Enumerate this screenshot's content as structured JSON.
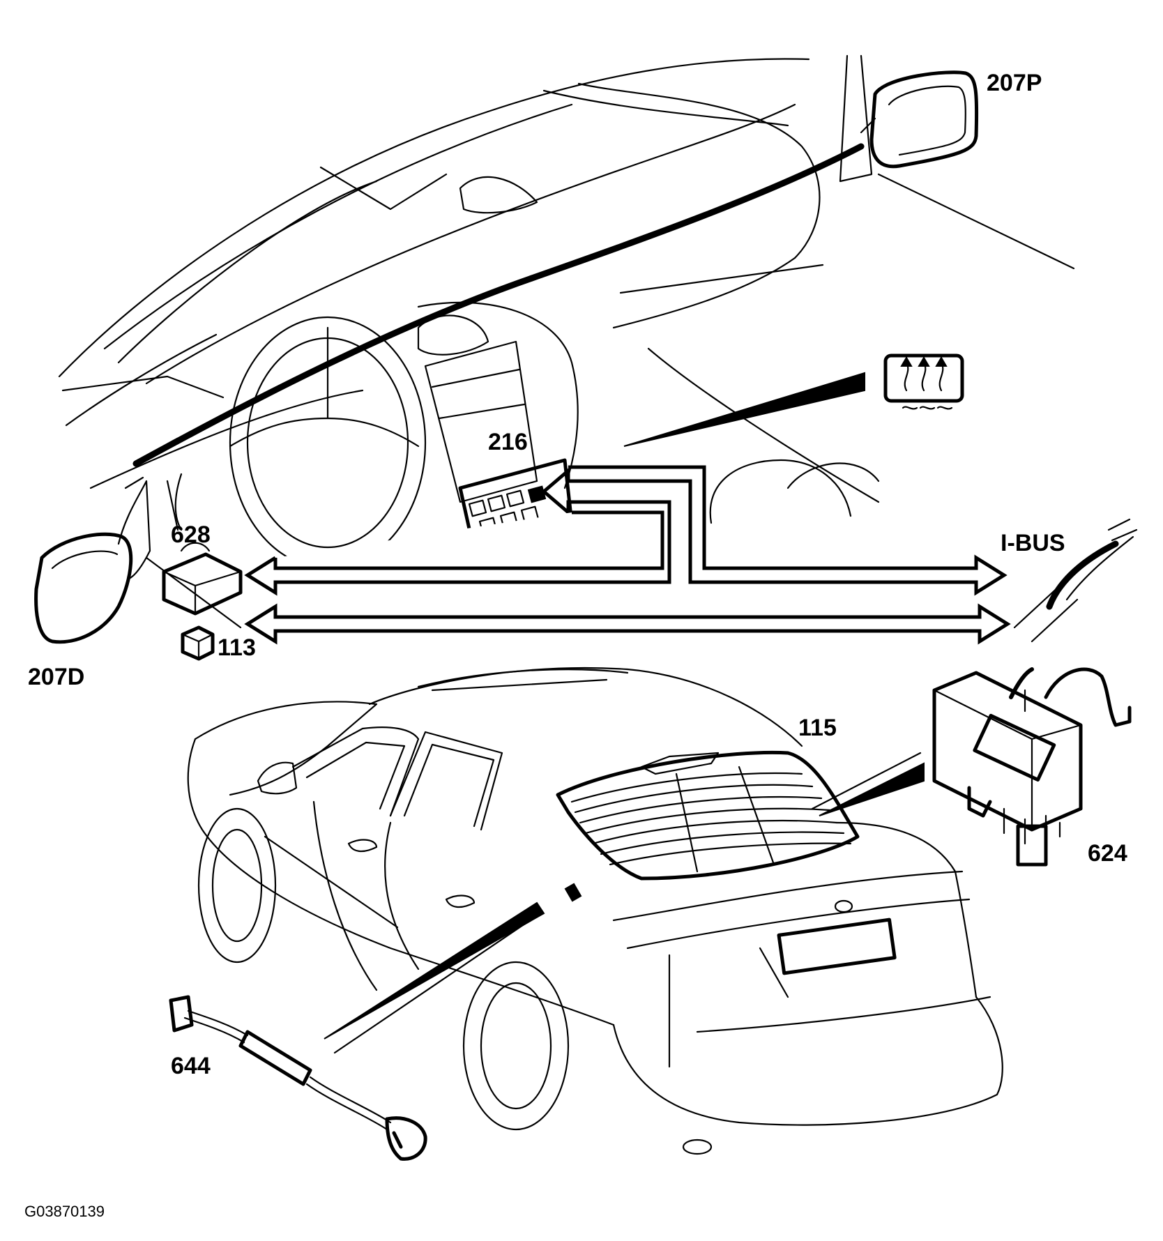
{
  "figure_id": "G03870139",
  "callouts": {
    "mirror_passenger": "207P",
    "mirror_driver": "207D",
    "control_panel": "216",
    "module_628": "628",
    "fuse_113": "113",
    "bus_label": "I-BUS",
    "rear_window": "115",
    "module_624": "624",
    "sensor_644": "644"
  },
  "icons": {
    "rear_defrost": "rear-defrost-icon"
  }
}
